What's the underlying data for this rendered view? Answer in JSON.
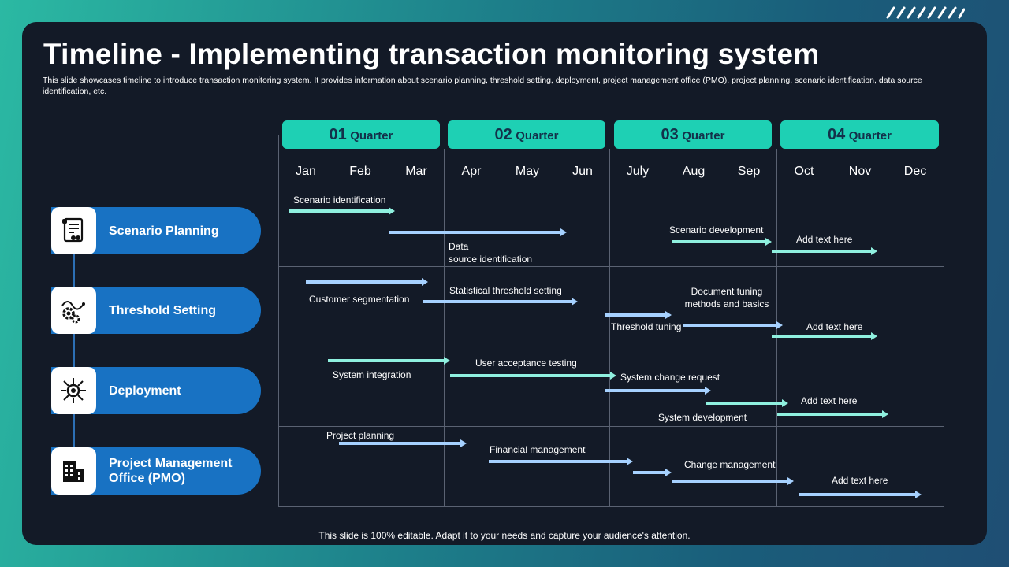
{
  "slide": {
    "title": "Timeline - Implementing transaction monitoring system",
    "subtitle": "This slide showcases timeline to introduce transaction monitoring system. It provides information about scenario planning, threshold setting, deployment, project management office (PMO),  project planning, scenario identification, data source identification, etc.",
    "footer": "This slide is 100% editable. Adapt it to your needs and capture your audience's attention."
  },
  "colors": {
    "accent": "#1ed0b4",
    "category": "#1872c3",
    "panel": "#131a27",
    "arrow_mint": "#8ff0df",
    "arrow_sky": "#a6d1ff"
  },
  "quarters": [
    {
      "num": "01",
      "word": "Quarter"
    },
    {
      "num": "02",
      "word": "Quarter"
    },
    {
      "num": "03",
      "word": "Quarter"
    },
    {
      "num": "04",
      "word": "Quarter"
    }
  ],
  "months": [
    "Jan",
    "Feb",
    "Mar",
    "Apr",
    "May",
    "Jun",
    "July",
    "Aug",
    "Sep",
    "Oct",
    "Nov",
    "Dec"
  ],
  "categories": [
    {
      "label": "Scenario Planning",
      "icon": "document-icon"
    },
    {
      "label": "Threshold Setting",
      "icon": "gears-icon"
    },
    {
      "label": "Deployment",
      "icon": "network-icon"
    },
    {
      "label": "Project Management\nOffice (PMO)",
      "icon": "building-icon"
    }
  ],
  "rows": [
    {
      "labels": [
        "Scenario identification",
        "Data\nsource identification",
        "Scenario development",
        "Add text here"
      ],
      "arrows": [
        {
          "start": 0.2,
          "end": 2.1,
          "color": "mint"
        },
        {
          "start": 2.0,
          "end": 5.2,
          "color": "sky"
        },
        {
          "start": 7.1,
          "end": 8.9,
          "color": "mint"
        },
        {
          "start": 8.9,
          "end": 10.8,
          "color": "mint"
        }
      ]
    },
    {
      "labels": [
        "Customer segmentation",
        "Statistical threshold setting",
        "Document tuning\nmethods and basics",
        "Threshold  tuning",
        "Add text here"
      ],
      "arrows": [
        {
          "start": 0.5,
          "end": 2.7,
          "color": "sky"
        },
        {
          "start": 2.6,
          "end": 5.4,
          "color": "sky"
        },
        {
          "start": 5.9,
          "end": 7.1,
          "color": "sky"
        },
        {
          "start": 7.3,
          "end": 9.1,
          "color": "sky"
        },
        {
          "start": 8.9,
          "end": 10.8,
          "color": "mint"
        }
      ]
    },
    {
      "labels": [
        "System integration",
        "User acceptance testing",
        "System change request",
        "System development",
        "Add text here"
      ],
      "arrows": [
        {
          "start": 0.9,
          "end": 3.1,
          "color": "mint"
        },
        {
          "start": 3.1,
          "end": 6.1,
          "color": "mint"
        },
        {
          "start": 5.9,
          "end": 7.8,
          "color": "sky"
        },
        {
          "start": 7.7,
          "end": 9.2,
          "color": "mint"
        },
        {
          "start": 9.0,
          "end": 11.0,
          "color": "mint"
        }
      ]
    },
    {
      "labels": [
        "Project planning",
        "Financial management",
        "Change  management",
        "Add text here"
      ],
      "arrows": [
        {
          "start": 1.1,
          "end": 3.4,
          "color": "sky"
        },
        {
          "start": 3.8,
          "end": 6.4,
          "color": "sky"
        },
        {
          "start": 6.4,
          "end": 7.1,
          "color": "sky"
        },
        {
          "start": 7.1,
          "end": 9.3,
          "color": "sky"
        },
        {
          "start": 9.4,
          "end": 11.6,
          "color": "sky"
        }
      ]
    }
  ]
}
